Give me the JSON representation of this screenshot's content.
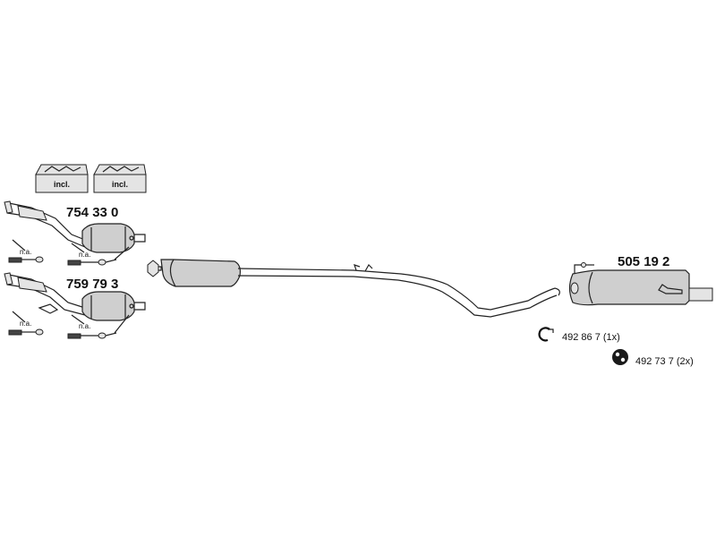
{
  "labels": {
    "incl": "incl.",
    "na": "n.a."
  },
  "parts": {
    "catalyst_1": "754 33 0",
    "catalyst_2": "759 79 3",
    "rear_silencer": "505 19 2"
  },
  "accessories": {
    "clamp": "492 86 7 (1x)",
    "rubber_mount": "492 73 7 (2x)"
  },
  "icons": {
    "clamp": "clamp-icon",
    "rubber_mount": "rubber-mount-icon",
    "kit_box": "kit-box-icon",
    "oxygen_sensor": "oxygen-sensor-icon"
  }
}
